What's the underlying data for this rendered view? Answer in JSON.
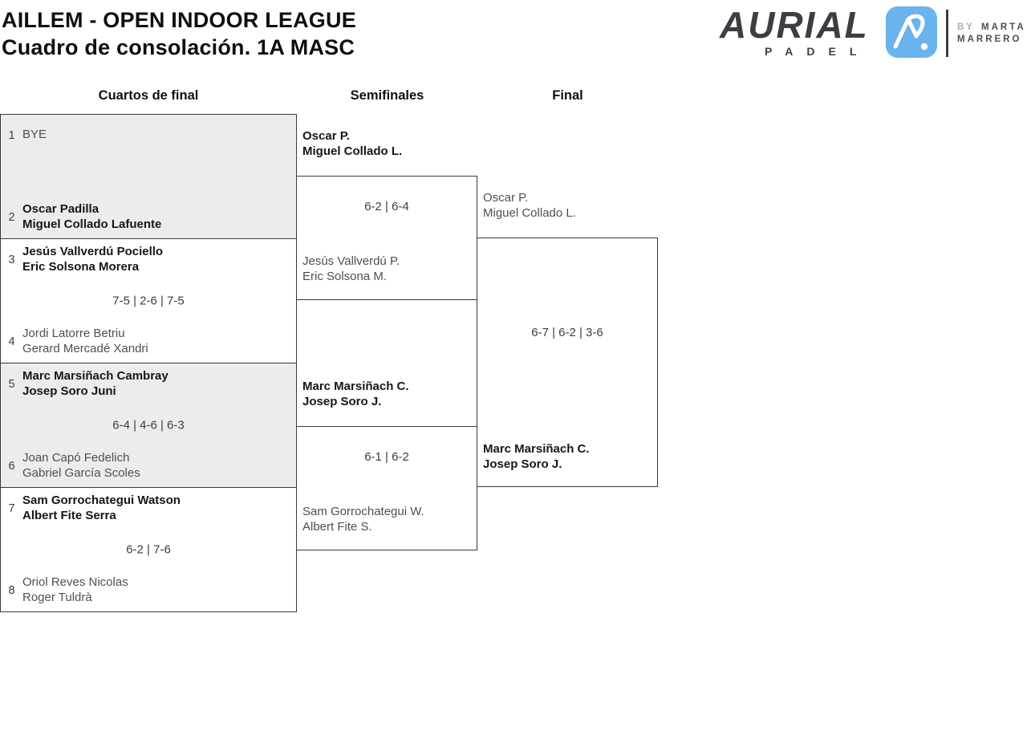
{
  "page": {
    "title_line1": "AILLEM - OPEN INDOOR LEAGUE",
    "title_line2": "Cuadro de consolación. 1A MASC"
  },
  "logo": {
    "brand": "AURIAL",
    "brand_sub": "PADEL",
    "by_prefix": "BY",
    "by_name_line1": "MARTA",
    "by_name_line2": "MARRERO",
    "badge_color": "#6ab3ec",
    "brand_color": "#3b3e43"
  },
  "bracket": {
    "round_headers": [
      "Cuartos de final",
      "Semifinales",
      "Final"
    ],
    "quarterfinals": [
      {
        "seed_top": "1",
        "team_top": [
          "BYE"
        ],
        "score": "",
        "seed_bottom": "2",
        "team_bottom": [
          "Oscar Padilla",
          "Miguel Collado Lafuente"
        ]
      },
      {
        "seed_top": "3",
        "team_top": [
          "Jesús Vallverdú Pociello",
          "Eric Solsona Morera"
        ],
        "score": "7-5 | 2-6 | 7-5",
        "seed_bottom": "4",
        "team_bottom": [
          "Jordi Latorre Betriu",
          "Gerard Mercadé Xandri"
        ]
      },
      {
        "seed_top": "5",
        "team_top": [
          "Marc Marsiñach Cambray",
          "Josep Soro Juni"
        ],
        "score": "6-4 | 4-6 | 6-3",
        "seed_bottom": "6",
        "team_bottom": [
          "Joan Capó Fedelich",
          "Gabriel García Scoles"
        ]
      },
      {
        "seed_top": "7",
        "team_top": [
          "Sam Gorrochategui Watson",
          "Albert Fite Serra"
        ],
        "score": "6-2 | 7-6",
        "seed_bottom": "8",
        "team_bottom": [
          "Oriol Reves Nicolas",
          "Roger Tuldrà"
        ]
      }
    ],
    "semifinals": [
      {
        "team_top": [
          "Oscar P.",
          "Miguel Collado L."
        ],
        "score": "6-2 | 6-4",
        "team_bottom": [
          "Jesús Vallverdú P.",
          "Eric Solsona M."
        ]
      },
      {
        "team_top": [
          "Marc Marsiñach C.",
          "Josep Soro J."
        ],
        "score": "6-1 | 6-2",
        "team_bottom": [
          "Sam Gorrochategui W.",
          "Albert Fite S."
        ]
      }
    ],
    "final": {
      "team_top": [
        "Oscar P.",
        "Miguel Collado L."
      ],
      "score": "6-7 | 6-2 | 3-6",
      "team_bottom": [
        "Marc Marsiñach C.",
        "Josep Soro J."
      ]
    }
  }
}
